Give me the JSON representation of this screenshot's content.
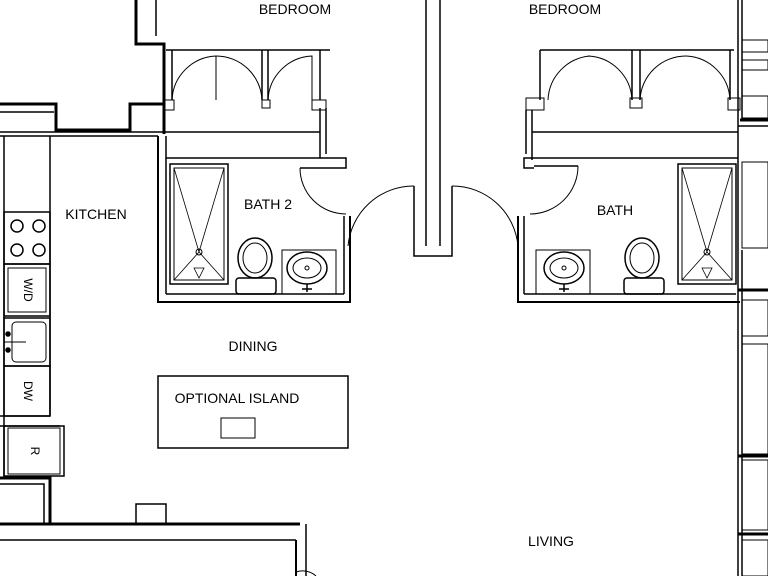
{
  "rooms": {
    "bedroom_left": "BEDROOM",
    "bedroom_right": "BEDROOM",
    "bath2": "BATH 2",
    "bath": "BATH",
    "kitchen": "KITCHEN",
    "dining": "DINING",
    "island": "OPTIONAL ISLAND",
    "living": "LIVING"
  },
  "appliances": {
    "washer_dryer": "W/D",
    "dishwasher": "DW",
    "refrigerator": "R"
  },
  "colors": {
    "line": "#000000",
    "wall_fill": "#ffffff",
    "thin_line": "#555555"
  }
}
